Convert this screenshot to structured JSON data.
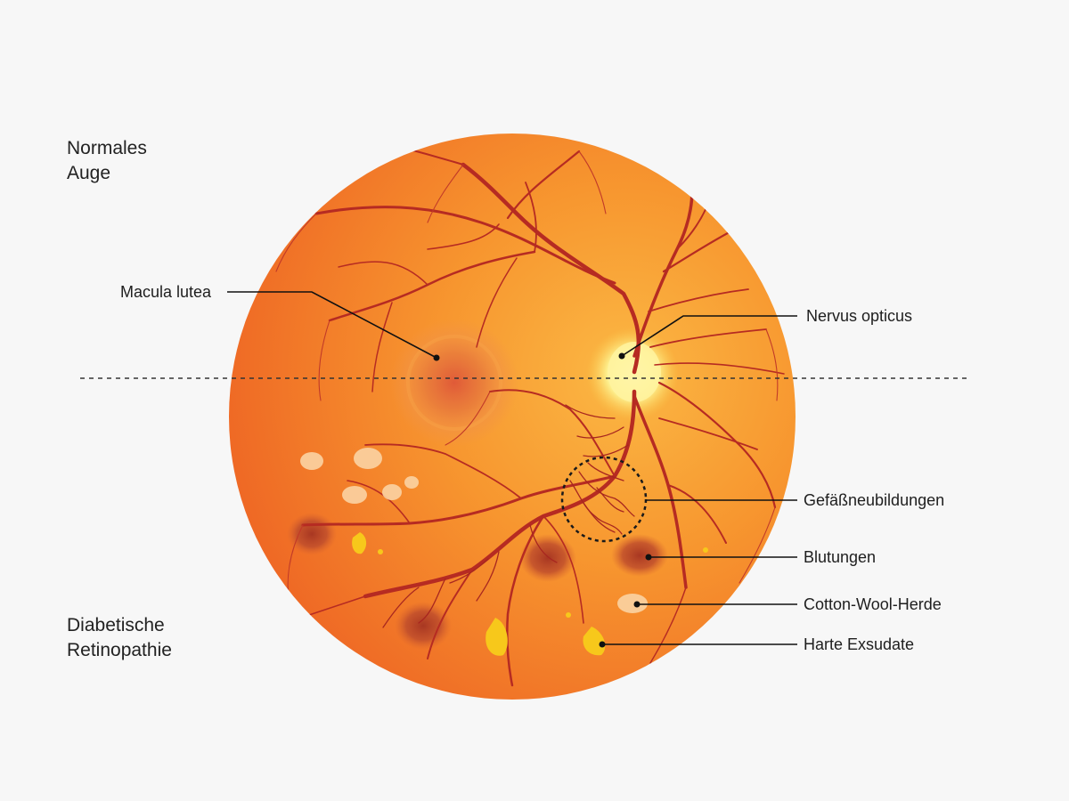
{
  "sections": {
    "top": [
      "Normales",
      "Auge"
    ],
    "bottom": [
      "Diabetische",
      "Retinopathie"
    ]
  },
  "annotations": {
    "macula": "Macula lutea",
    "optic": "Nervus opticus",
    "neovascular": "Gefäßneubildungen",
    "bleeding": "Blutungen",
    "cottonwool": "Cotton-Wool-Herde",
    "exudate": "Harte Exsudate"
  },
  "colors": {
    "background": "#f7f7f7",
    "retina_center": "#fbb542",
    "retina_edge": "#ef6a27",
    "vessel": "#b62b22",
    "optic_disc": "#fff7a8",
    "cotton_wool": "#fbd3a3",
    "exudate": "#f5c51d",
    "hemorrhage": "#b4412a"
  }
}
